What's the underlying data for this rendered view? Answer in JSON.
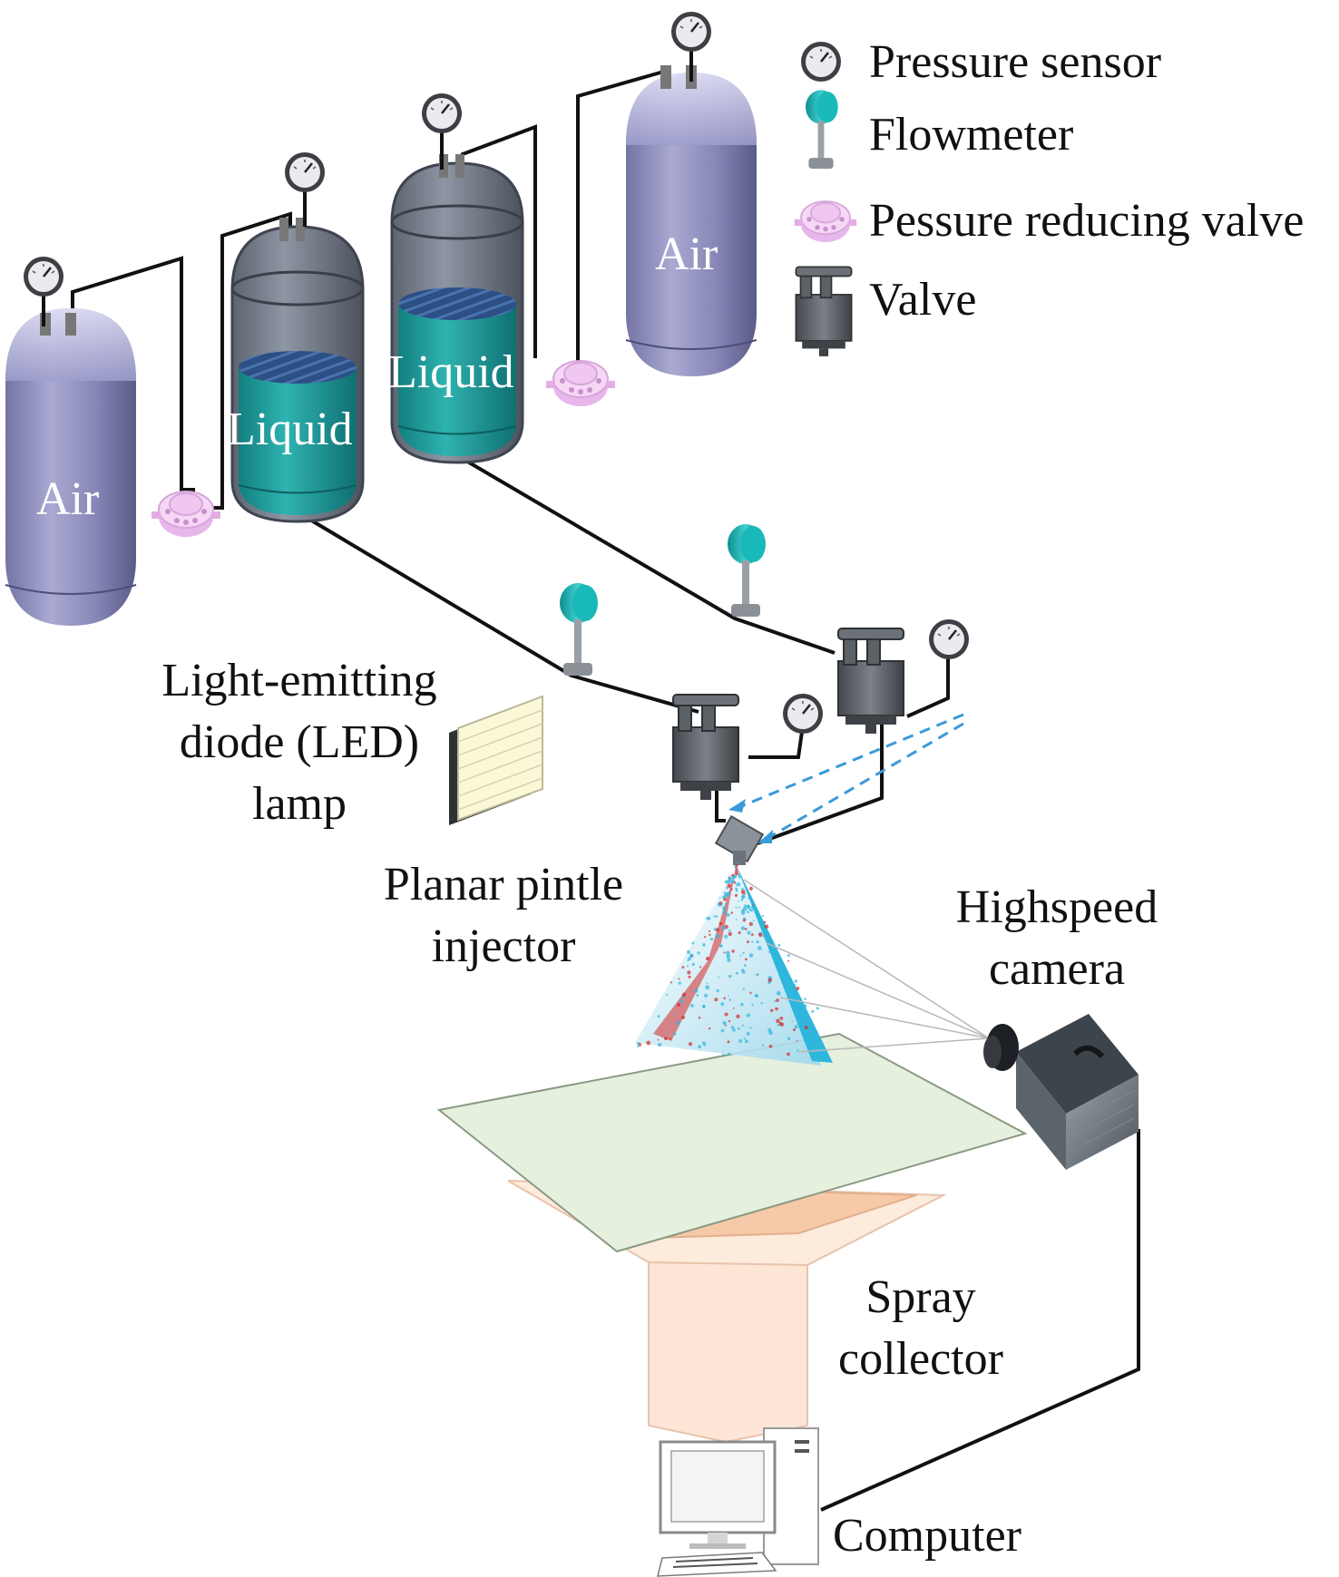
{
  "legend": {
    "pressure_sensor": "Pressure sensor",
    "flowmeter": "Flowmeter",
    "pressure_reducing_valve": "Pessure reducing valve",
    "valve": "Valve"
  },
  "tanks": {
    "air_left": "Air",
    "air_right": "Air",
    "liquid_left": "Liquid",
    "liquid_right": "Liquid"
  },
  "labels": {
    "led_line1": "Light-emitting",
    "led_line2": "diode (LED)",
    "led_line3": "lamp",
    "injector_line1": "Planar pintle",
    "injector_line2": "injector",
    "camera_line1": "Highspeed",
    "camera_line2": "camera",
    "collector_line1": "Spray",
    "collector_line2": "collector",
    "computer": "Computer"
  },
  "colors": {
    "air_tank": "#8c8cb8",
    "liquid": "#1f9a9a",
    "liquid_top": "#2a4f80",
    "flowmeter": "#20b5b5",
    "reducing_valve": "#f2c6f2",
    "valve_body": "#5c6166",
    "spray_blue": "#2fb6dd",
    "spray_red": "#d42a2a",
    "collector_plate": "#e6f0de",
    "collector_funnel": "#fbe3d2",
    "signal_line": "#3a9ad9"
  }
}
